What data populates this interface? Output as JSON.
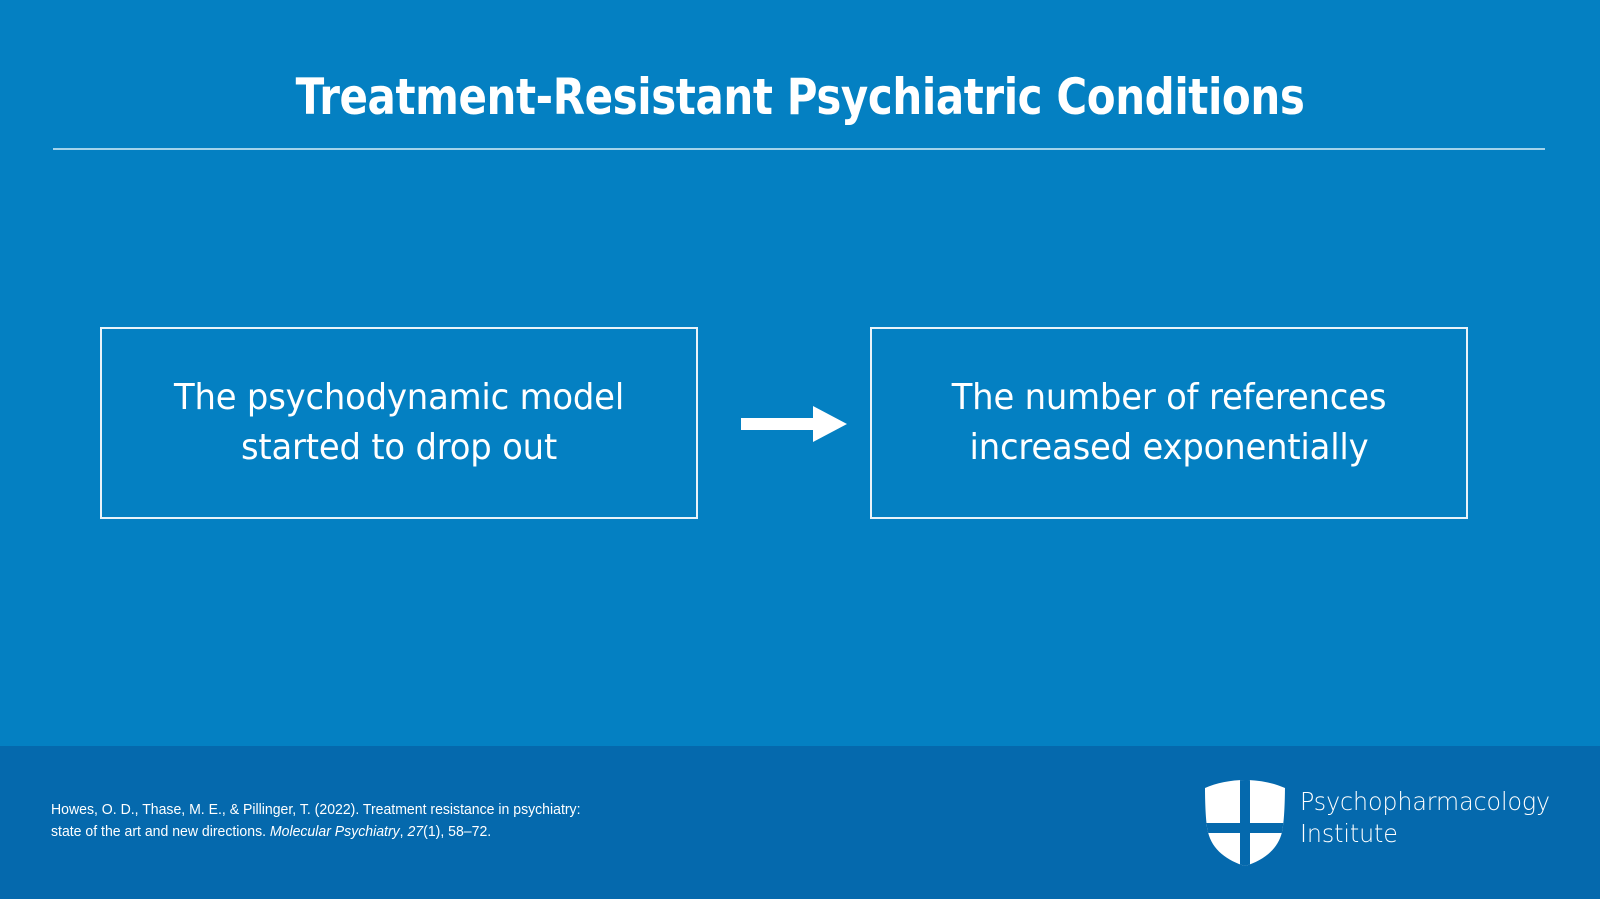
{
  "slide": {
    "title": "Treatment-Resistant Psychiatric Conditions",
    "background_color": "#0480c2",
    "footer_background_color": "#0569ad",
    "text_color": "#ffffff",
    "rule_color": "#bfe2f2"
  },
  "flow": {
    "left_box": {
      "text": "The psychodynamic model started to drop out"
    },
    "arrow": {
      "icon": "right-arrow-icon",
      "direction": "right"
    },
    "right_box": {
      "text": "The number of references increased exponentially"
    }
  },
  "footer": {
    "citation": {
      "line1": "Howes, O. D., Thase, M. E., & Pillinger, T. (2022). Treatment resistance in psychiatry:",
      "line2_prefix": "state of the art and new directions. ",
      "line2_journal": "Molecular Psychiatry",
      "line2_suffix_volume": ", ",
      "line2_volume": "27",
      "line2_suffix": "(1), 58–72."
    },
    "logo": {
      "icon": "shield-cross-icon",
      "name_line1": "Psychopharmacology",
      "name_line2": "Institute"
    }
  }
}
